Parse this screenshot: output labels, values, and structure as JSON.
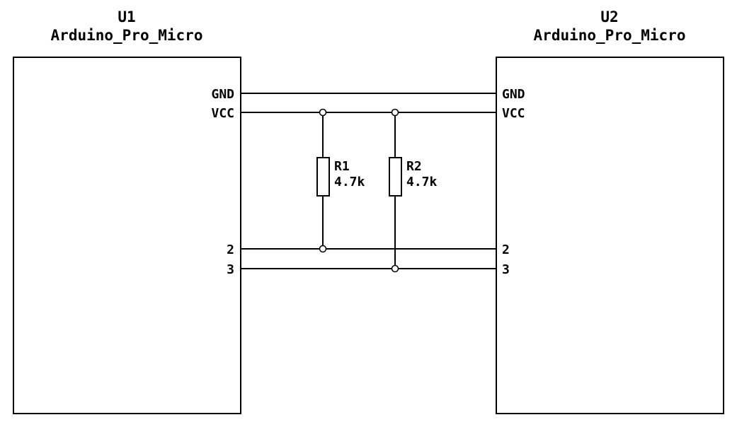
{
  "canvas": {
    "background_color": "#ffffff",
    "line_color": "#000000"
  },
  "components": {
    "u1": {
      "ref": "U1",
      "value": "Arduino_Pro_Micro",
      "pins": {
        "gnd": "GND",
        "vcc": "VCC",
        "p2": "2",
        "p3": "3"
      }
    },
    "u2": {
      "ref": "U2",
      "value": "Arduino_Pro_Micro",
      "pins": {
        "gnd": "GND",
        "vcc": "VCC",
        "p2": "2",
        "p3": "3"
      }
    },
    "r1": {
      "ref": "R1",
      "value": "4.7k"
    },
    "r2": {
      "ref": "R2",
      "value": "4.7k"
    }
  },
  "nets": {
    "gnd": "GND",
    "vcc": "VCC",
    "sda": "2",
    "scl": "3"
  }
}
